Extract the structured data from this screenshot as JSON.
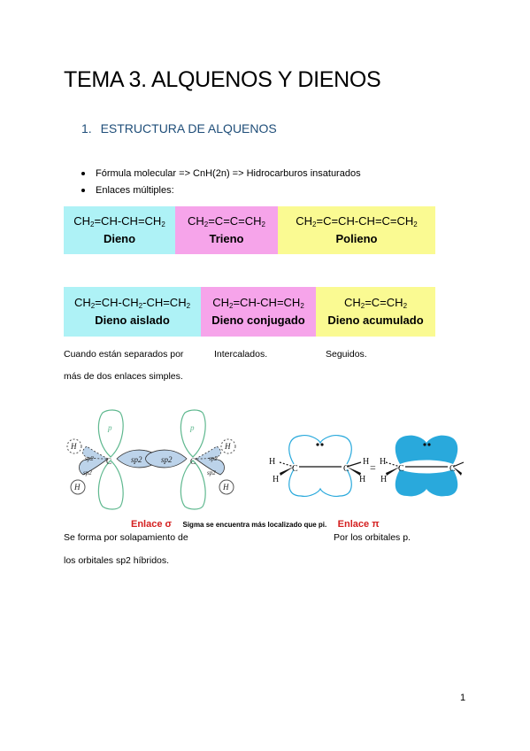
{
  "title": "TEMA 3. ALQUENOS Y DIENOS",
  "section": {
    "number": "1.",
    "label": "ESTRUCTURA DE ALQUENOS"
  },
  "bullets": [
    "Fórmula molecular => CnH(2n) => Hidrocarburos insaturados",
    "Enlaces múltiples:"
  ],
  "row1": [
    {
      "formula_html": "CH<sub>2</sub>=CH-CH=CH<sub>2</sub>",
      "name": "Dieno",
      "color": "#aef2f6"
    },
    {
      "formula_html": "CH<sub>2</sub>=C=C=CH<sub>2</sub>",
      "name": "Trieno",
      "color": "#f6a4ea"
    },
    {
      "formula_html": "CH<sub>2</sub>=C=CH-CH=C=CH<sub>2</sub>",
      "name": "Polieno",
      "color": "#fafa92"
    }
  ],
  "row2": [
    {
      "formula_html": "CH<sub>2</sub>=CH-CH<sub>2</sub>-CH=CH<sub>2</sub>",
      "name": "Dieno aislado",
      "color": "#aef2f6"
    },
    {
      "formula_html": "CH<sub>2</sub>=CH-CH=CH<sub>2</sub>",
      "name": "Dieno conjugado",
      "color": "#f6a4ea"
    },
    {
      "formula_html": "CH<sub>2</sub>=C=CH<sub>2</sub>",
      "name": "Dieno acumulado",
      "color": "#fafa92"
    }
  ],
  "notes": {
    "aislado_1": "Cuando están separados por",
    "aislado_2": "más de dos enlaces simples.",
    "conjugado": "Intercalados.",
    "acumulado": "Seguidos."
  },
  "figure": {
    "labels": {
      "H": "H",
      "C": "C",
      "p": "p",
      "sp2": "sp2",
      "eq": "="
    },
    "enlace_sigma": "Enlace σ",
    "sigma_note": "Sigma se encuentra más localizado que pi.",
    "enlace_pi": "Enlace π",
    "colors": {
      "orbital_blue": "#bcd3ea",
      "pi_cyan": "#29a9dc",
      "p_green": "#5fb88f",
      "red": "#d42020"
    }
  },
  "captions": {
    "sigma_1": "Se forma por solapamiento de",
    "sigma_2": "los orbitales sp2 híbridos.",
    "pi": "Por los orbitales p."
  },
  "page_number": "1"
}
